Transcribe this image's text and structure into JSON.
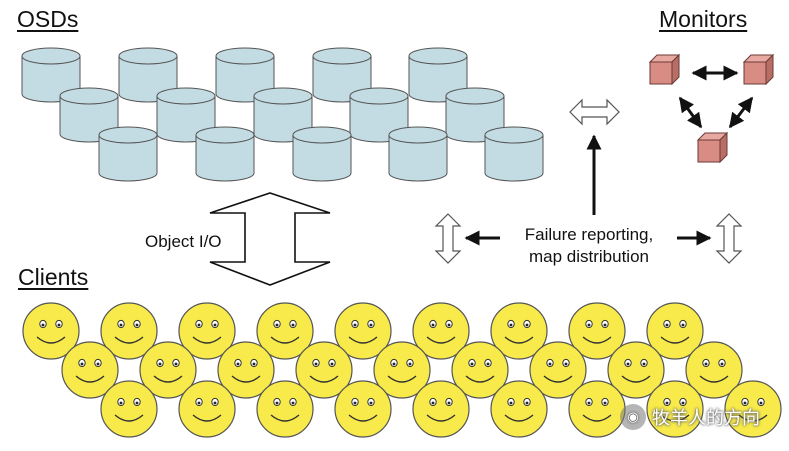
{
  "osds": {
    "title": "OSDs",
    "count": 15
  },
  "monitors": {
    "title": "Monitors",
    "count": 3
  },
  "clients": {
    "title": "Clients",
    "count": 27
  },
  "object_io": {
    "label": "Object I/O"
  },
  "failure": {
    "line1": "Failure reporting,",
    "line2": "map distribution"
  },
  "watermark": {
    "text": "牧羊人的方向",
    "icon_name": "wechat-icon"
  },
  "colors": {
    "osd_fill": "#c3dbe2",
    "osd_stroke": "#555555",
    "monitor_fill": "#d98c84",
    "client_fill": "#f7ea4a",
    "client_stroke": "#555555"
  }
}
